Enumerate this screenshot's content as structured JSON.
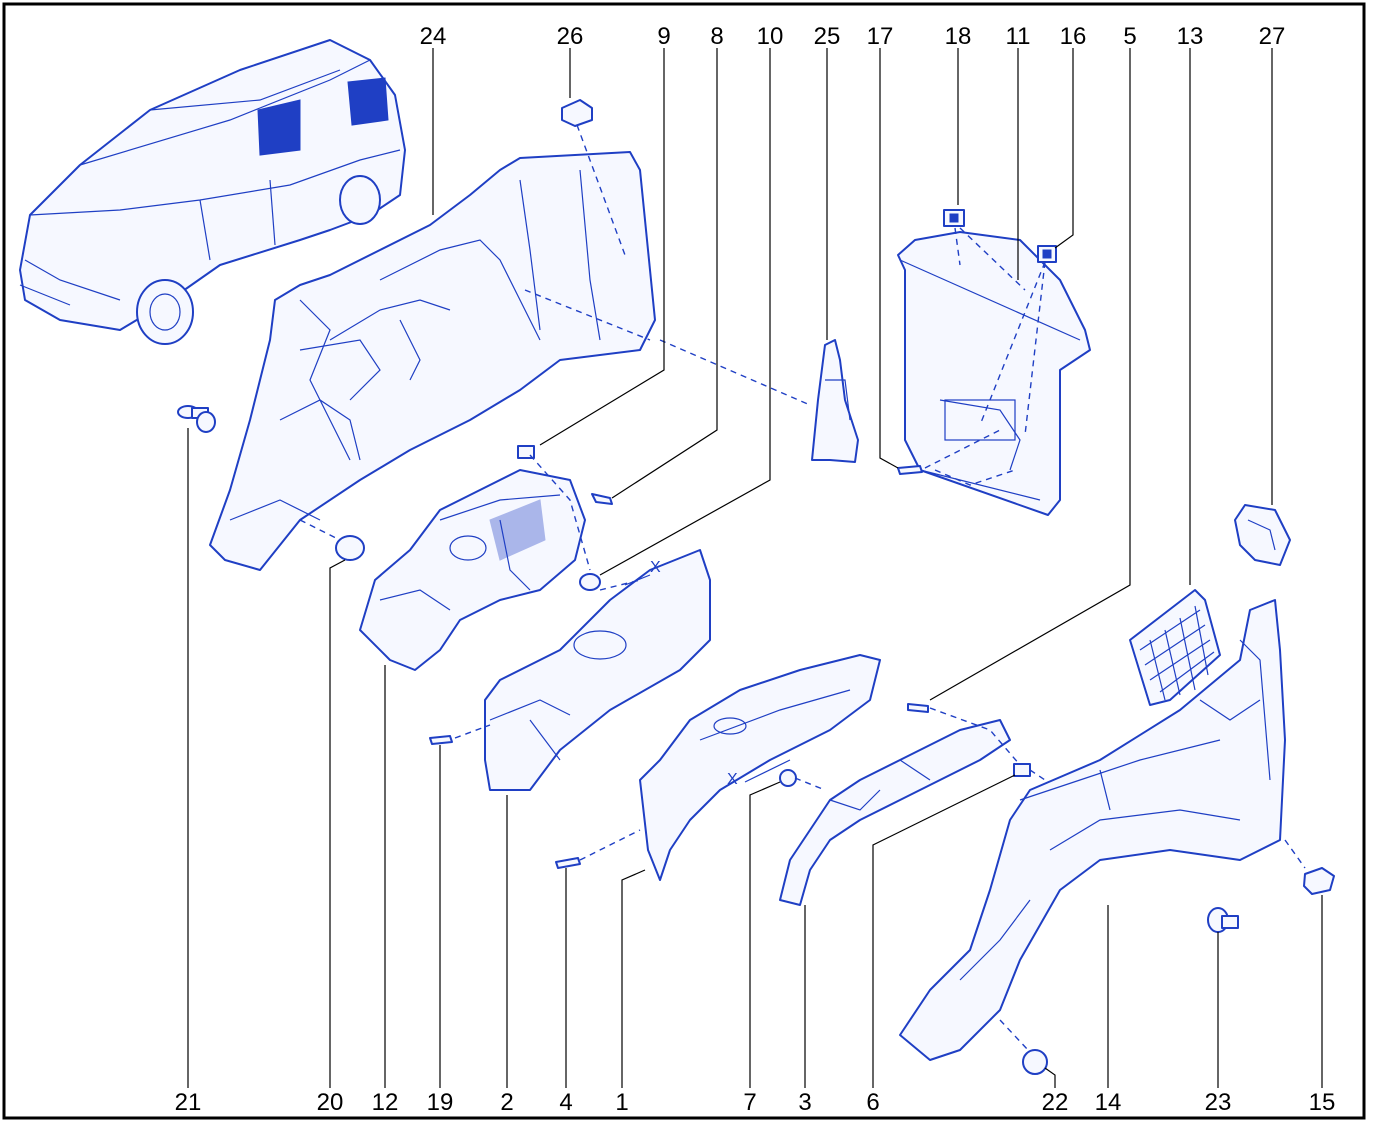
{
  "diagram": {
    "top_labels": [
      "24",
      "26",
      "9",
      "8",
      "10",
      "25",
      "17",
      "18",
      "11",
      "16",
      "5",
      "13",
      "27"
    ],
    "bottom_labels": [
      "21",
      "20",
      "12",
      "19",
      "2",
      "4",
      "1",
      "7",
      "3",
      "6",
      "22",
      "14",
      "23",
      "15"
    ],
    "dimension_marks": [
      "X",
      "X"
    ],
    "colors": {
      "line": "#1f3fc4",
      "fill": "#f6f8ff",
      "leader": "#000000",
      "border": "#000000"
    }
  }
}
